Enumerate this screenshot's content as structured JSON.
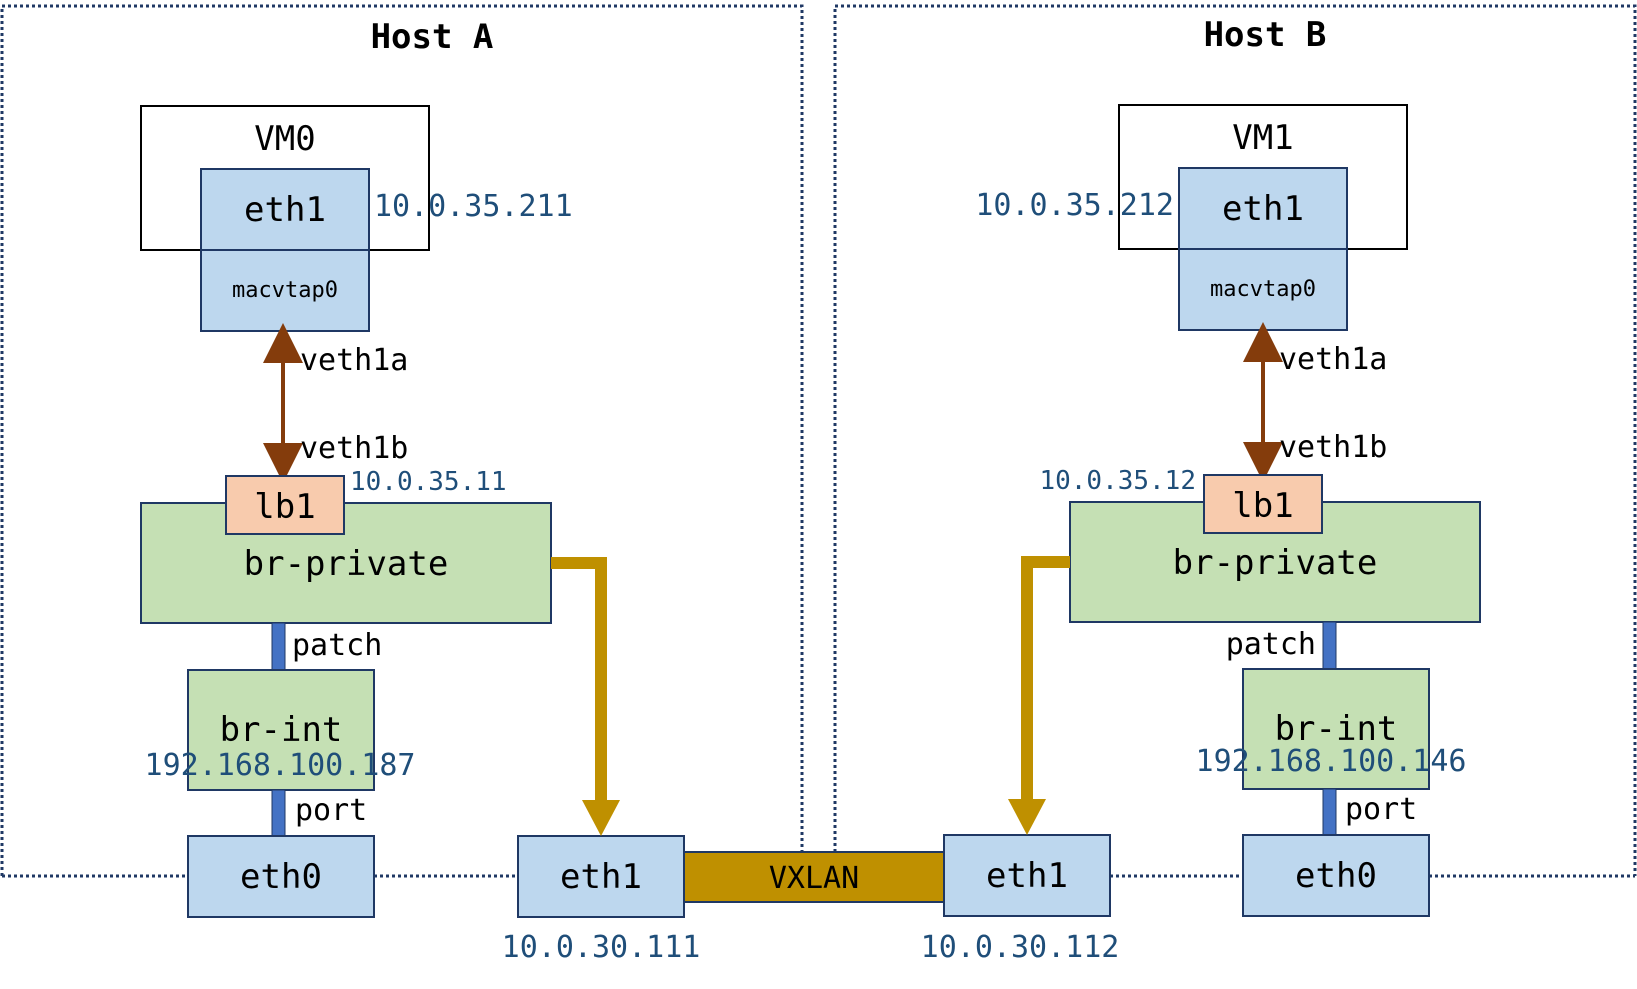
{
  "hosts": {
    "a": {
      "title": "Host A"
    },
    "b": {
      "title": "Host B"
    }
  },
  "vm0": {
    "name": "VM0",
    "eth1": "eth1",
    "eth1_ip": "10.0.35.211",
    "macvtap": "macvtap0",
    "veth_a": "veth1a",
    "veth_b": "veth1b",
    "lb": "lb1",
    "lb_ip": "10.0.35.11",
    "bridge_private": "br-private",
    "patch": "patch",
    "bridge_int": "br-int",
    "bridge_int_ip": "192.168.100.187",
    "port": "port",
    "eth0": "eth0",
    "host_eth1": "eth1",
    "host_eth1_ip": "10.0.30.111"
  },
  "vm1": {
    "name": "VM1",
    "eth1": "eth1",
    "eth1_ip": "10.0.35.212",
    "macvtap": "macvtap0",
    "veth_a": "veth1a",
    "veth_b": "veth1b",
    "lb": "lb1",
    "lb_ip": "10.0.35.12",
    "bridge_private": "br-private",
    "patch": "patch",
    "bridge_int": "br-int",
    "bridge_int_ip": "192.168.100.146",
    "port": "port",
    "eth0": "eth0",
    "host_eth1": "eth1",
    "host_eth1_ip": "10.0.30.112"
  },
  "tunnel": {
    "label": "VXLAN"
  },
  "colors": {
    "iface_fill": "#bdd7ee",
    "bridge_fill": "#c5e0b4",
    "lb_fill": "#f8cbad",
    "veth_arrow": "#843c0c",
    "vxlan": "#bf9000",
    "patch_link": "#4472c4",
    "ip_text": "#1f4e79",
    "border_dotted": "#1f3864"
  }
}
